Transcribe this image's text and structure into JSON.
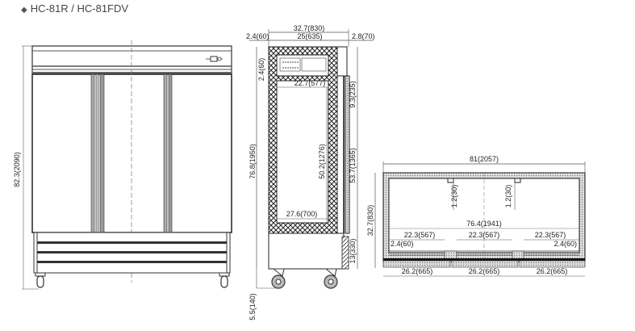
{
  "header": {
    "bullet_icon": "diamond-bullet",
    "model_title": "HC-81R / HC-81FDV"
  },
  "front_view": {
    "height_label": "82.3(2090)"
  },
  "side_view": {
    "overall_depth": "32.7(830)",
    "left_offset": "2.4(60)",
    "inner_top_width": "25(635)",
    "door_thickness": "2.8(70)",
    "top_insulation": "2.4(60)",
    "inner_compartment_width": "22.7(577)",
    "upper_right_height": "9.3(235)",
    "cabinet_height": "76.8(1950)",
    "inner_height": "50.2(1276)",
    "door_height": "53.7(1365)",
    "inner_bottom_width": "27.6(700)",
    "base_height": "13(330)",
    "caster_height": "5.5(140)"
  },
  "top_view": {
    "overall_width": "81(2057)",
    "depth": "32.7(830)",
    "mullion_1": "1.2(30)",
    "mullion_2": "1.2(30)",
    "inner_width": "76.4(1941)",
    "opening_1": "22.3(567)",
    "opening_2": "22.3(567)",
    "opening_3": "22.3(567)",
    "wall_left": "2.4(60)",
    "wall_right": "2.4(60)",
    "door_1": "26.2(665)",
    "door_2": "26.2(665)",
    "door_3": "26.2(665)"
  }
}
